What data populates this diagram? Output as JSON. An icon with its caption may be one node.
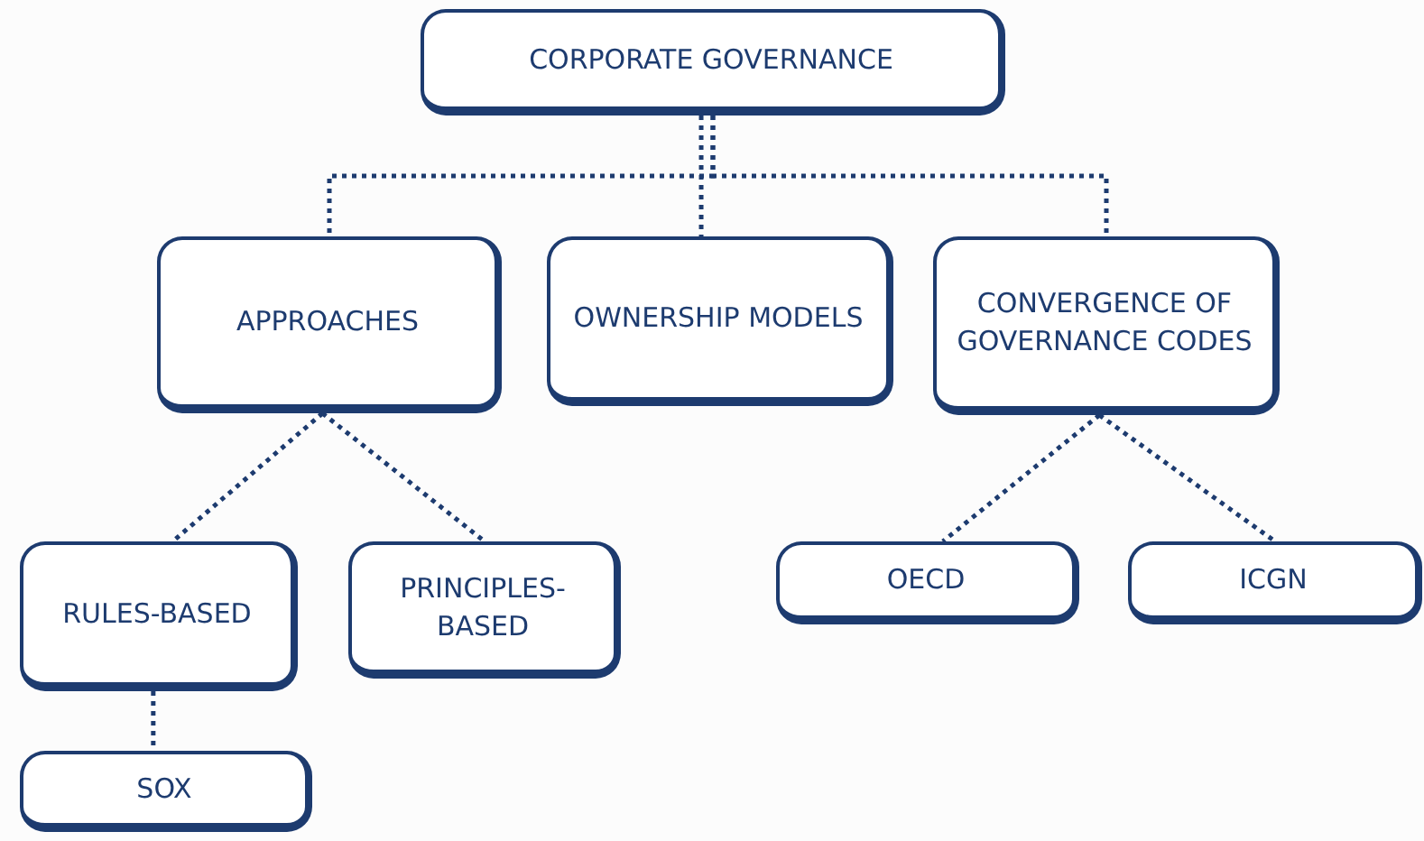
{
  "diagram": {
    "nodes": [
      {
        "text": [
          "CORPORATE GOVERNANCE"
        ]
      },
      {
        "text": [
          "APPROACHES"
        ]
      },
      {
        "text": [
          "OWNERSHIP MODELS"
        ]
      },
      {
        "text": [
          "CONVERGENCE OF GOVERNANCE CODES"
        ]
      },
      {
        "text": [
          "RULES-BASED"
        ]
      },
      {
        "text": [
          "PRINCIPLES-BASED"
        ]
      },
      {
        "text": [
          "OECD"
        ]
      },
      {
        "text": [
          "ICGN"
        ]
      },
      {
        "text": [
          "SOX"
        ]
      }
    ],
    "edges": [
      {
        "from": 0,
        "to": 1,
        "arrow": "none",
        "style": "dashed"
      },
      {
        "from": 0,
        "to": 2,
        "arrow": "none",
        "style": "dashed"
      },
      {
        "from": 0,
        "to": 3,
        "arrow": "none",
        "style": "dashed"
      },
      {
        "from": 1,
        "to": 4,
        "arrow": "none",
        "style": "dashed"
      },
      {
        "from": 1,
        "to": 5,
        "arrow": "none",
        "style": "dashed"
      },
      {
        "from": 3,
        "to": 6,
        "arrow": "none",
        "style": "dashed"
      },
      {
        "from": 3,
        "to": 7,
        "arrow": "none",
        "style": "dashed"
      },
      {
        "from": 4,
        "to": 8,
        "arrow": "none",
        "style": "dashed"
      }
    ]
  }
}
